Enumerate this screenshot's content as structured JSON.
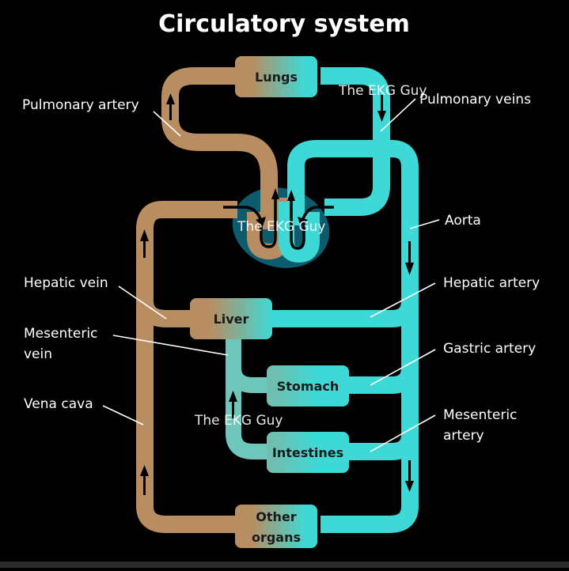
{
  "title": "Circulatory system",
  "colors": {
    "deoxygenated": "#b98d62",
    "oxygenated": "#3ed9d6",
    "heart_bg": "#0d5c6e",
    "background": "#000000"
  },
  "organs": {
    "lungs": "Lungs",
    "liver": "Liver",
    "stomach": "Stomach",
    "intestines": "Intestines",
    "other_organs_line1": "Other",
    "other_organs_line2": "organs"
  },
  "labels": {
    "pulmonary_artery": "Pulmonary artery",
    "pulmonary_veins": "Pulmonary veins",
    "aorta": "Aorta",
    "hepatic_vein": "Hepatic vein",
    "hepatic_artery": "Hepatic artery",
    "mesenteric_vein_line1": "Mesenteric",
    "mesenteric_vein_line2": "vein",
    "gastric_artery": "Gastric artery",
    "vena_cava": "Vena cava",
    "mesenteric_artery_line1": "Mesenteric",
    "mesenteric_artery_line2": "artery"
  },
  "watermarks": [
    "The EKG Guy",
    "The EKG Guy",
    "The EKG Guy"
  ]
}
